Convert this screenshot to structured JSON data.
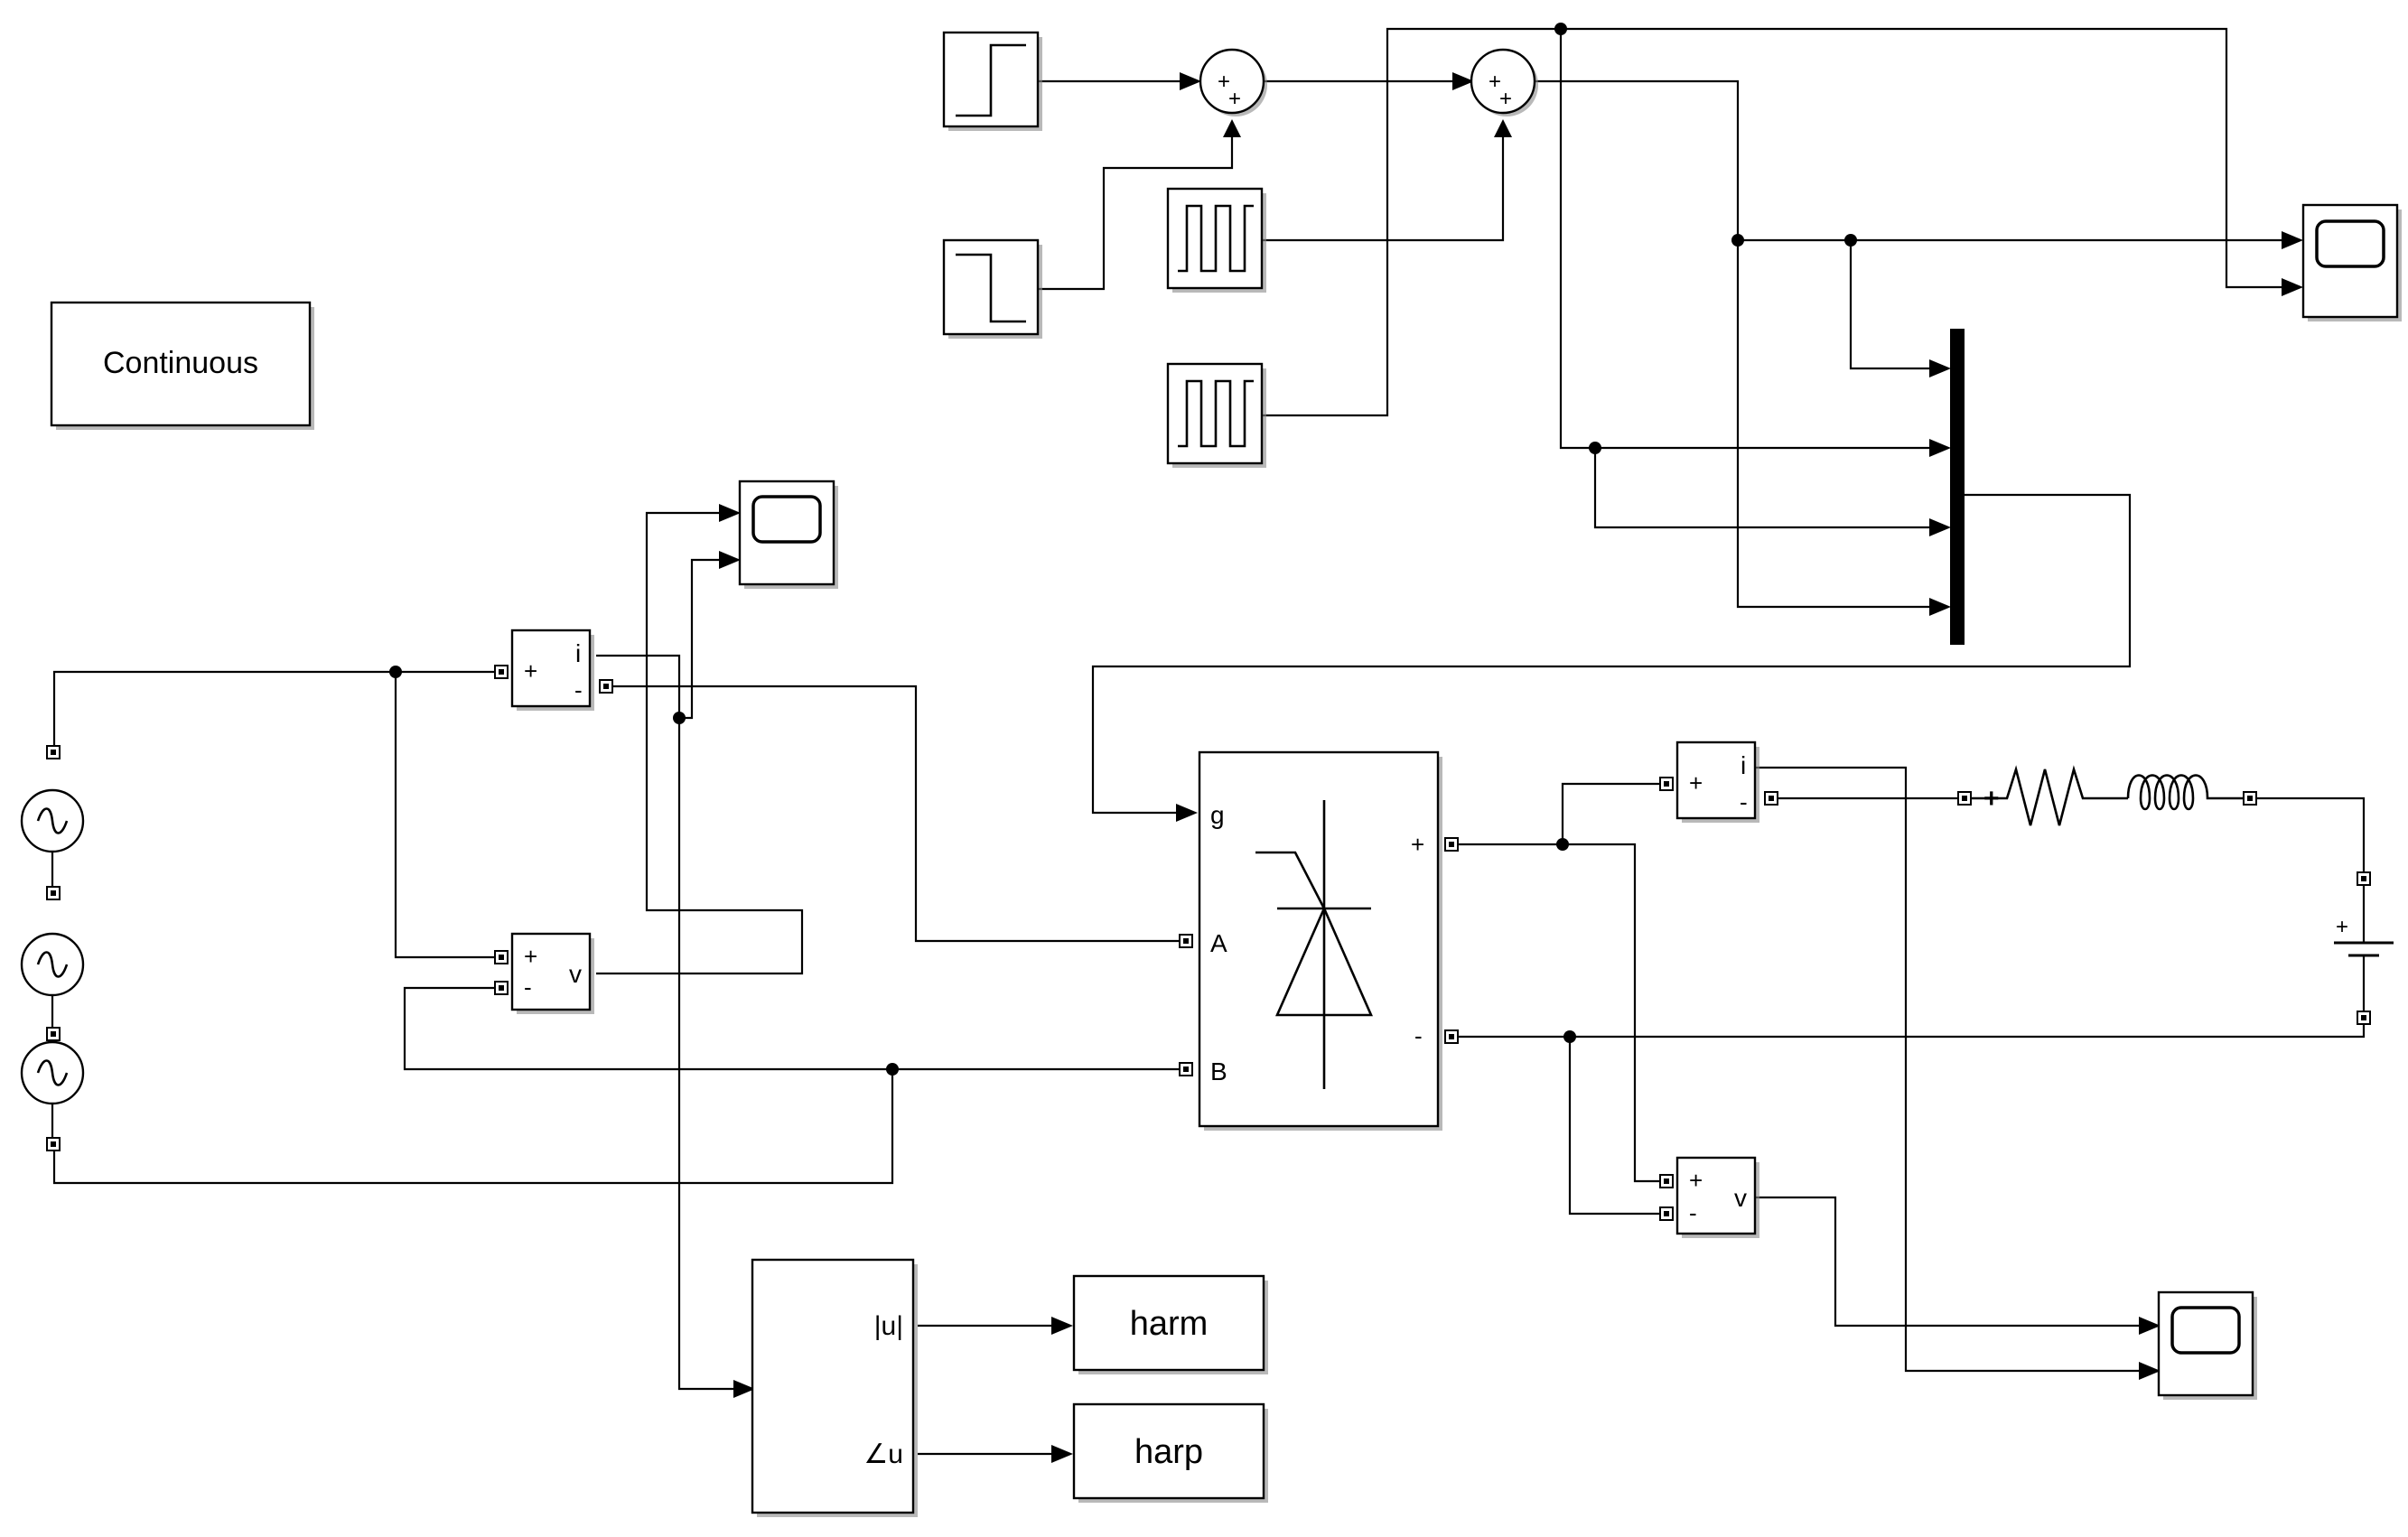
{
  "powergui": {
    "label": "Continuous",
    "text_color": "#0000ff"
  },
  "current_meter_left": {
    "plus": "+",
    "minus": "-",
    "output": "i"
  },
  "voltage_meter_left": {
    "plus": "+",
    "minus": "-",
    "output": "v"
  },
  "current_meter_right": {
    "plus": "+",
    "minus": "-",
    "output": "i"
  },
  "voltage_meter_right": {
    "plus": "+",
    "minus": "-",
    "output": "v"
  },
  "thyristor_bridge": {
    "gate": "g",
    "terminal_a": "A",
    "terminal_b": "B",
    "plus": "+",
    "minus": "-",
    "gate_color": "#0000ff"
  },
  "sum_block_1": {
    "in1": "+",
    "in2": "+"
  },
  "sum_block_2": {
    "in1": "+",
    "in2": "+"
  },
  "fourier_block": {
    "magnitude": "|u|",
    "angle": "∠u"
  },
  "goto_harm": {
    "label": "harm"
  },
  "goto_harp": {
    "label": "harp"
  },
  "battery": {
    "plus": "+"
  },
  "rl_load": {
    "plus_marker": "+",
    "plus_color": "#ff0000"
  }
}
